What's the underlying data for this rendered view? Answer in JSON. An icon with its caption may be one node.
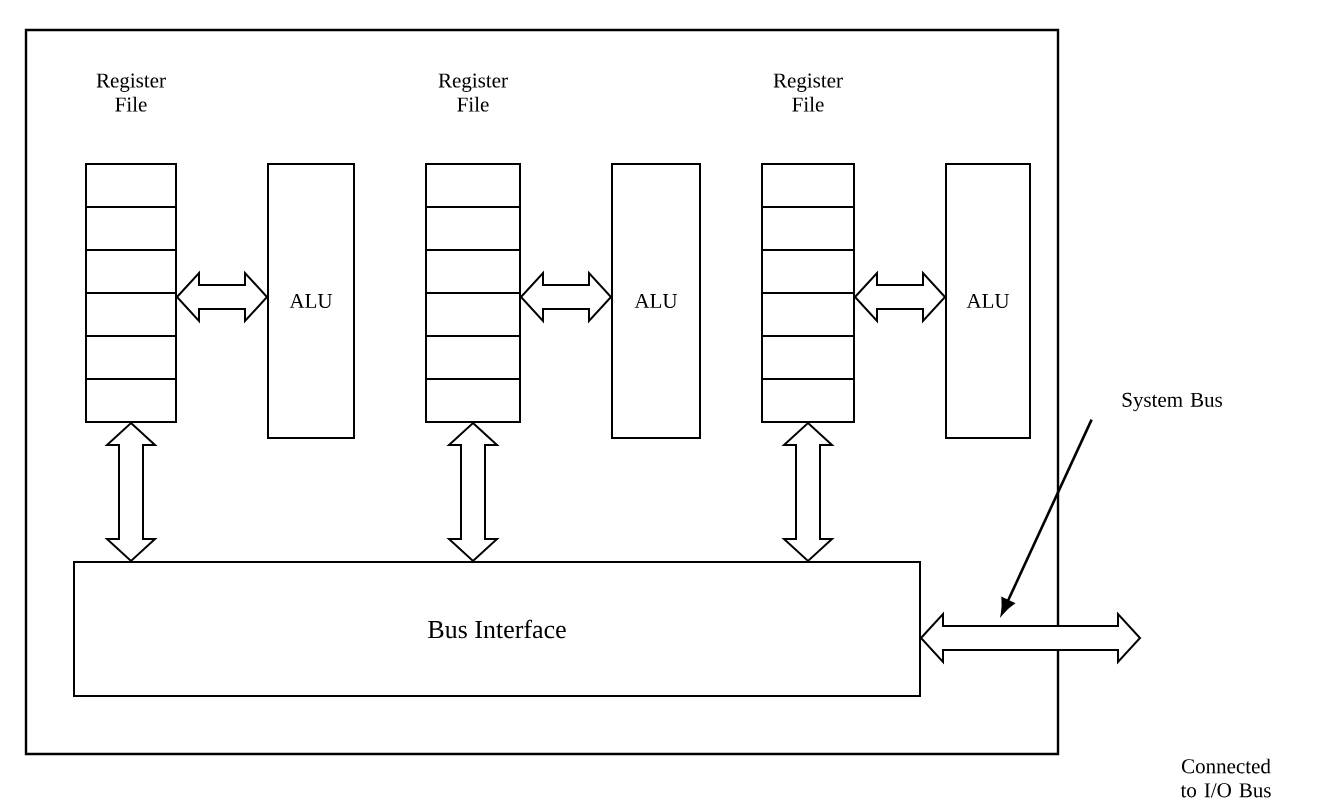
{
  "diagram": {
    "nodes": [
      {
        "text": [],
        "shape": "box"
      },
      {
        "text": [
          "Register File"
        ],
        "in": 0
      },
      {
        "text": [
          "ALU"
        ],
        "in": 0
      },
      {
        "text": [
          "Register File"
        ],
        "in": 0
      },
      {
        "text": [
          "ALU"
        ],
        "in": 0
      },
      {
        "text": [
          "Register File"
        ],
        "in": 0
      },
      {
        "text": [
          "ALU"
        ],
        "in": 0
      },
      {
        "text": [
          "Bus Interface"
        ],
        "in": 0
      },
      {
        "text": [
          "System Bus"
        ]
      }
    ],
    "edges": [
      {
        "from": 1,
        "to": 2,
        "arrow": "both"
      },
      {
        "from": 3,
        "to": 4,
        "arrow": "both"
      },
      {
        "from": 5,
        "to": 6,
        "arrow": "both"
      },
      {
        "from": 1,
        "to": 7,
        "arrow": "both"
      },
      {
        "from": 3,
        "to": 7,
        "arrow": "both"
      },
      {
        "from": 5,
        "to": 7,
        "arrow": "both"
      },
      {
        "from": 7,
        "to": null,
        "arrow": "both"
      },
      {
        "from": 8,
        "to": null,
        "arrow": "to"
      }
    ],
    "labels": [
      "Connected to I/O Bus"
    ]
  }
}
